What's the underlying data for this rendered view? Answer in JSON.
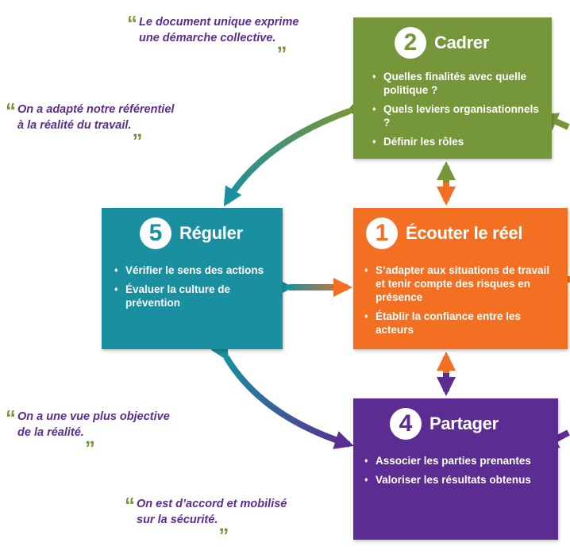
{
  "colors": {
    "green": "#76963a",
    "orange": "#f36f21",
    "teal": "#1a8fa0",
    "purple": "#5b2c91",
    "quote_text": "#5b2c91"
  },
  "boxes": {
    "cadrer": {
      "number": "2",
      "title": "Cadrer",
      "bullets": [
        "Quelles finalités avec quelle politique ?",
        "Quels leviers organisationnels ?",
        "Définir les rôles"
      ]
    },
    "ecouter": {
      "number": "1",
      "title": "Écouter le réel",
      "bullets": [
        "S’adapter aux situations de travail et tenir compte des risques en présence",
        "Établir la confiance entre les acteurs"
      ]
    },
    "reguler": {
      "number": "5",
      "title": "Réguler",
      "bullets": [
        "Vérifier le sens des actions",
        "Évaluer la culture de prévention"
      ]
    },
    "partager": {
      "number": "4",
      "title": "Partager",
      "bullets": [
        "Associer les parties prenantes",
        "Valoriser les résultats obtenus"
      ]
    }
  },
  "quotes": [
    {
      "lines": [
        "Le document unique exprime",
        "une démarche collective."
      ],
      "mark_color": "#76963a"
    },
    {
      "lines": [
        "On a adapté notre référentiel",
        "à la réalité du travail."
      ],
      "mark_color": "#76963a"
    },
    {
      "lines": [
        "On a une vue plus objective",
        "de la réalité."
      ],
      "mark_color": "#76963a"
    },
    {
      "lines": [
        "On est d’accord et mobilisé",
        "sur la sécurité."
      ],
      "mark_color": "#76963a"
    }
  ]
}
